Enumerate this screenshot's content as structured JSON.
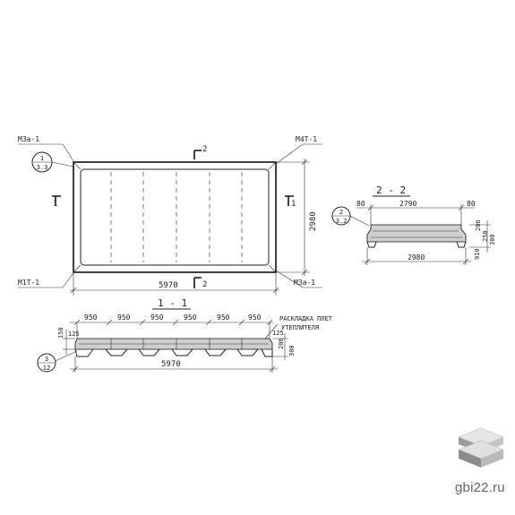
{
  "plan": {
    "callouts": [
      "М3а-1",
      "М4Т-1",
      "М1Т-1",
      "М3а-1"
    ],
    "section_mark_top": "2",
    "section_mark_bottom": "2",
    "section_mark_left": "1",
    "section_mark_right": "1",
    "detail_ref_top": "1",
    "detail_ref_bottom": "3.3",
    "length_dim": "5970",
    "width_dim": "2980"
  },
  "section_2_2": {
    "title": "2 - 2",
    "detail_ref_top": "2",
    "detail_ref_bottom": "3.2",
    "edge_left": "80",
    "edge_right": "80",
    "top_width": "2790",
    "bottom_width": "2980",
    "dim_a": "20б",
    "dim_b": "250",
    "dim_c": "300",
    "dim_d": "910"
  },
  "section_1_1": {
    "title": "1 - 1",
    "spans": [
      "950",
      "950",
      "950",
      "950",
      "950",
      "950"
    ],
    "note_line1": "РАСКЛАДКА ПЛЕТ",
    "note_line2": "УТЕПЛИТЕЛЯ",
    "dim_left_top": "150",
    "dim_left_bottom": "125",
    "dim_right_top": "125",
    "dim_right_mid": "20б",
    "dim_right_bottom": "300",
    "detail_ref_top": "3",
    "detail_ref_bottom": "12",
    "length_dim": "5970"
  },
  "brand": {
    "site": "gbi22.ru"
  }
}
